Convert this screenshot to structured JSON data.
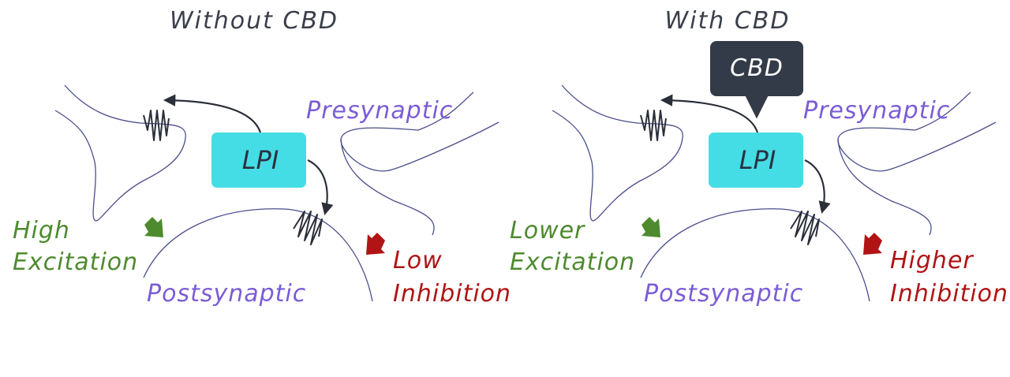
{
  "panels": [
    {
      "title": "Without CBD",
      "enzyme": "LPI",
      "presynaptic": "Presynaptic",
      "postsynaptic": "Postsynaptic",
      "excitation": [
        "High",
        "Excitation"
      ],
      "inhibition": [
        "Low",
        "Inhibition"
      ]
    },
    {
      "title": "With CBD",
      "modulator": "CBD",
      "enzyme": "LPI",
      "presynaptic": "Presynaptic",
      "postsynaptic": "Postsynaptic",
      "excitation": [
        "Lower",
        "Excitation"
      ],
      "inhibition": [
        "Higher",
        "Inhibition"
      ]
    }
  ],
  "colors": {
    "membrane": "#4a4e8a",
    "lpi_box": "#45dde5",
    "cbd_box": "#343b48",
    "excitation_arrow": "#4e8a2e",
    "inhibition_arrow": "#b01414",
    "label_purple": "#7b5cd6"
  }
}
